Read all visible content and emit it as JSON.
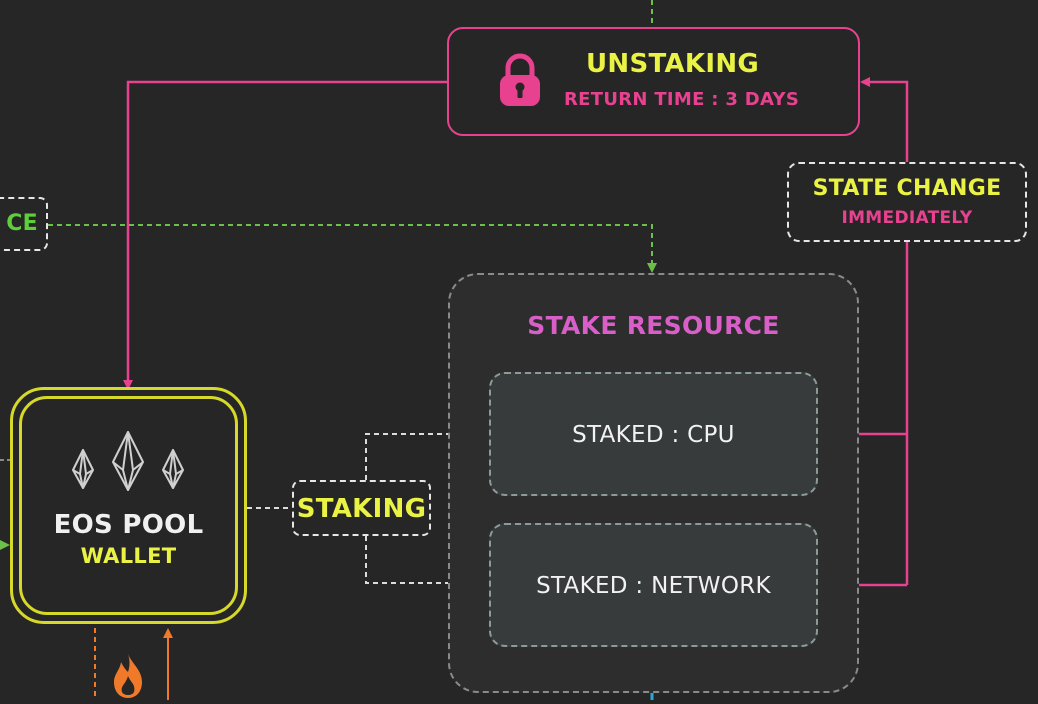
{
  "unstaking": {
    "title": "UNSTAKING",
    "subtitle": "RETURN TIME : 3 DAYS",
    "icon": "lock-icon"
  },
  "state_change": {
    "title": "STATE CHANGE",
    "subtitle": "IMMEDIATELY"
  },
  "left_tag": {
    "text": "CE"
  },
  "stake_resource": {
    "title": "STAKE RESOURCE",
    "items": [
      {
        "label": "STAKED : CPU"
      },
      {
        "label": "STAKED : NETWORK"
      }
    ]
  },
  "staking": {
    "label": "STAKING"
  },
  "wallet": {
    "title": "EOS POOL",
    "subtitle": "WALLET",
    "icon": "eos-logo-icon"
  },
  "fire": {
    "icon": "fire-icon"
  },
  "colors": {
    "background": "#262626",
    "pink": "#e8418f",
    "yellow": "#eaf244",
    "green": "#5ecf3a",
    "orange": "#f07a2a",
    "purple": "#d85fc8",
    "teal": "#2aa8d8",
    "dashed_gray": "#e6e6e6"
  }
}
